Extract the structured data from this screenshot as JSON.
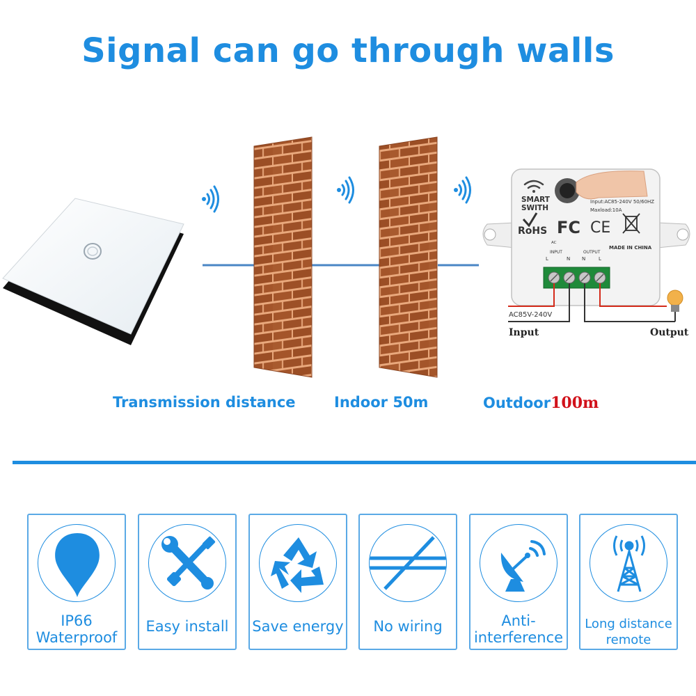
{
  "title": "Signal can go through walls",
  "labels": {
    "transmission": "Transmission distance",
    "indoor": "Indoor 50m",
    "outdoor_prefix": "Outdoor",
    "outdoor_value": "100m"
  },
  "device": {
    "brand": "SMART SWITH",
    "input_spec": "Input:AC85-240V 50/60HZ",
    "maxload": "Maxload:10A",
    "rohs": "RoHS",
    "fc": "FC",
    "ce": "CE",
    "made_in": "MADE IN CHINA",
    "input_label": "INPUT",
    "output_label": "OUTPUT",
    "ac": "AC",
    "l": "L",
    "n": "N",
    "voltage": "AC85V-240V",
    "wire_input": "Input",
    "wire_output": "Output"
  },
  "features": [
    {
      "line1": "IP66",
      "line2": "Waterproof",
      "icon": "waterdrop-icon"
    },
    {
      "line1": "Easy install",
      "line2": "",
      "icon": "tools-icon"
    },
    {
      "line1": "Save energy",
      "line2": "",
      "icon": "recycle-icon"
    },
    {
      "line1": "No wiring",
      "line2": "",
      "icon": "no-wiring-icon"
    },
    {
      "line1": "Anti-",
      "line2": "interference",
      "icon": "satellite-dish-icon"
    },
    {
      "line1": "Long distance",
      "line2": "remote",
      "icon": "signal-tower-icon"
    }
  ],
  "colors": {
    "accent": "#1e8de0",
    "highlight": "#d1111a",
    "brick": "#a4552a",
    "mortar": "#e9a87c"
  }
}
